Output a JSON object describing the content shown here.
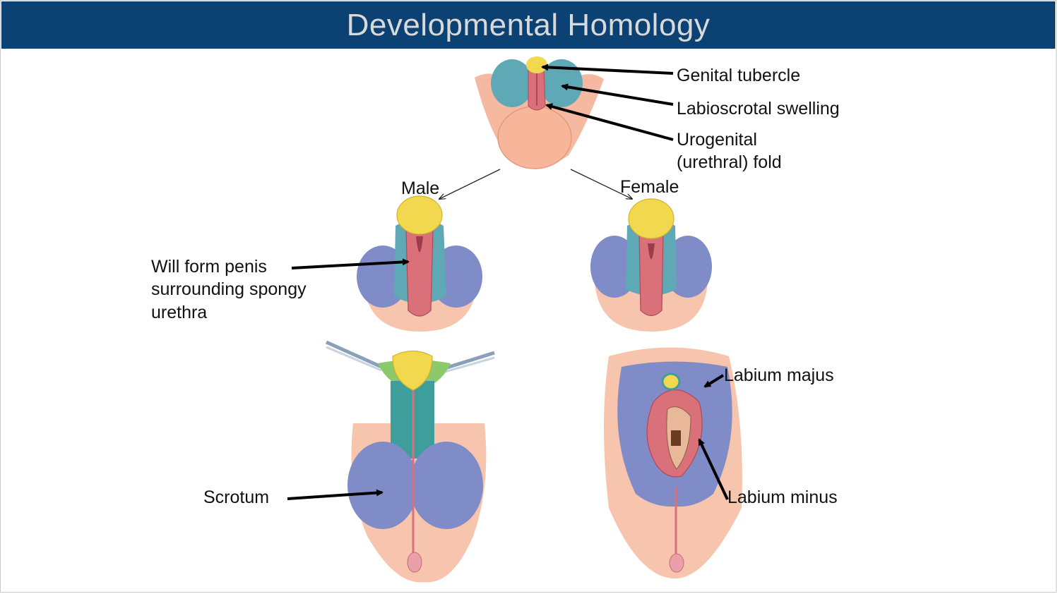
{
  "slide": {
    "title": "Developmental Homology"
  },
  "branches": {
    "male": "Male",
    "female": "Female"
  },
  "labels": {
    "genital_tubercle": "Genital tubercle",
    "labioscrotal_swelling": "Labioscrotal swelling",
    "urogenital_fold_line1": "Urogenital",
    "urogenital_fold_line2": "(urethral) fold",
    "will_form_penis_line1": "Will form penis",
    "will_form_penis_line2": "surrounding spongy",
    "will_form_penis_line3": "urethra",
    "scrotum": "Scrotum",
    "labium_majus": "Labium majus",
    "labium_minus": "Labium minus"
  },
  "colors": {
    "header_bg": "#0b4173",
    "header_text": "#d9d9d9",
    "genital_tubercle": "#f2d84f",
    "labioscrotal_swelling": "#5fa8b6",
    "urogenital_fold": "#d9707a",
    "swelling_purple": "#7f8cc7",
    "skin": "#f4b9a0",
    "penile_shaft": "#3e9e9c",
    "foreskin_green": "#8cc96a"
  }
}
